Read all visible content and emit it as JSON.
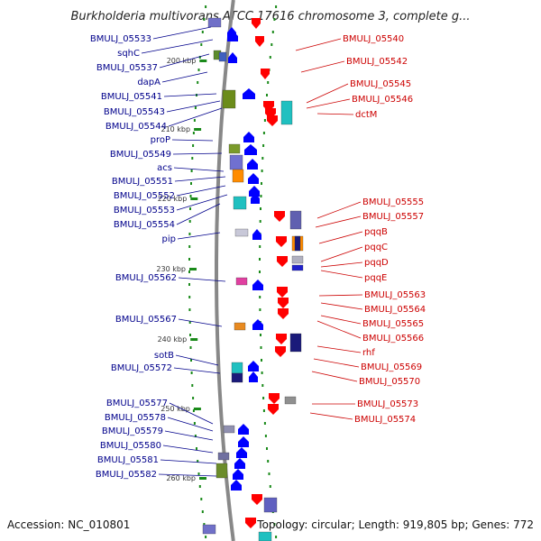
{
  "title": "Burkholderia multivorans ATCC 17616 chromosome 3, complete g...",
  "footer": {
    "accession": "Accession: NC_010801",
    "summary": "Topology: circular; Length: 919,805 bp; Genes: 772"
  },
  "colors": {
    "forward_strand": "#0000ff",
    "reverse_strand": "#ff0000",
    "backbone": "#888888",
    "tick": "#1a8a1a",
    "left_label": "#00008b",
    "right_label": "#cc0000"
  },
  "ticks": [
    "200 kbp",
    "210 kbp",
    "220 kbp",
    "230 kbp",
    "240 kbp",
    "250 kbp",
    "260 kbp"
  ],
  "left_labels": [
    "BMULJ_05533",
    "sqhC",
    "BMULJ_05537",
    "dapA",
    "BMULJ_05541",
    "BMULJ_05543",
    "BMULJ_05544",
    "proP",
    "BMULJ_05549",
    "acs",
    "BMULJ_05551",
    "BMULJ_05552",
    "BMULJ_05553",
    "BMULJ_05554",
    "pip",
    "BMULJ_05562",
    "BMULJ_05567",
    "sotB",
    "BMULJ_05572",
    "BMULJ_05577",
    "BMULJ_05578",
    "BMULJ_05579",
    "BMULJ_05580",
    "BMULJ_05581",
    "BMULJ_05582"
  ],
  "right_labels": [
    "BMULJ_05540",
    "BMULJ_05542",
    "BMULJ_05545",
    "BMULJ_05546",
    "dctM",
    "BMULJ_05555",
    "BMULJ_05557",
    "pqqB",
    "pqqC",
    "pqqD",
    "pqqE",
    "BMULJ_05563",
    "BMULJ_05564",
    "BMULJ_05565",
    "BMULJ_05566",
    "rhf",
    "BMULJ_05569",
    "BMULJ_05570",
    "BMULJ_05573",
    "BMULJ_05574"
  ]
}
